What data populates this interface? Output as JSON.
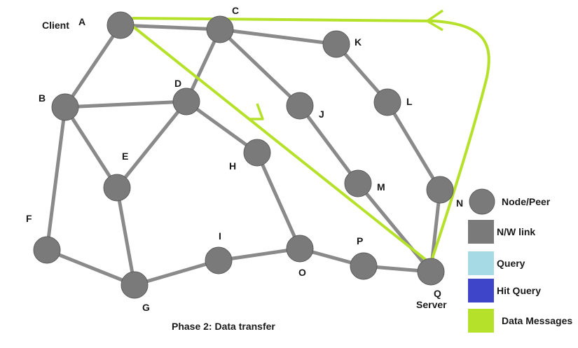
{
  "caption": "Phase 2: Data transfer",
  "colors": {
    "node": "#7a7a7a",
    "link": "#8a8a8a",
    "query": "#a6dbe6",
    "hit_query": "#3f45c9",
    "data_messages": "#b5e12a"
  },
  "nodes": [
    {
      "id": "A",
      "label": "A"
    },
    {
      "id": "B",
      "label": "B"
    },
    {
      "id": "C",
      "label": "C"
    },
    {
      "id": "D",
      "label": "D"
    },
    {
      "id": "E",
      "label": "E"
    },
    {
      "id": "F",
      "label": "F"
    },
    {
      "id": "G",
      "label": "G"
    },
    {
      "id": "H",
      "label": "H"
    },
    {
      "id": "I",
      "label": "I"
    },
    {
      "id": "J",
      "label": "J"
    },
    {
      "id": "K",
      "label": "K"
    },
    {
      "id": "L",
      "label": "L"
    },
    {
      "id": "M",
      "label": "M"
    },
    {
      "id": "N",
      "label": "N"
    },
    {
      "id": "O",
      "label": "O"
    },
    {
      "id": "P",
      "label": "P"
    },
    {
      "id": "Q",
      "label": "Q"
    }
  ],
  "roles": {
    "client": "Client",
    "server": "Server"
  },
  "links": [
    [
      "A",
      "B"
    ],
    [
      "A",
      "C"
    ],
    [
      "C",
      "K"
    ],
    [
      "C",
      "D"
    ],
    [
      "C",
      "J"
    ],
    [
      "B",
      "D"
    ],
    [
      "B",
      "E"
    ],
    [
      "B",
      "F"
    ],
    [
      "D",
      "E"
    ],
    [
      "D",
      "H"
    ],
    [
      "E",
      "G"
    ],
    [
      "F",
      "G"
    ],
    [
      "G",
      "I"
    ],
    [
      "I",
      "O"
    ],
    [
      "H",
      "O"
    ],
    [
      "O",
      "P"
    ],
    [
      "P",
      "Q"
    ],
    [
      "K",
      "L"
    ],
    [
      "L",
      "N"
    ],
    [
      "N",
      "Q"
    ],
    [
      "J",
      "M"
    ],
    [
      "M",
      "Q"
    ]
  ],
  "legend": [
    {
      "key": "node",
      "label": "Node/Peer",
      "swatch": "circle",
      "color": "#7a7a7a"
    },
    {
      "key": "link",
      "label": "N/W link",
      "swatch": "square",
      "color": "#7a7a7a"
    },
    {
      "key": "query",
      "label": "Query",
      "swatch": "square",
      "color": "#a6dbe6"
    },
    {
      "key": "hit_query",
      "label": "Hit Query",
      "swatch": "square",
      "color": "#3f45c9"
    },
    {
      "key": "data",
      "label": "Data Messages",
      "swatch": "square",
      "color": "#b5e12a"
    }
  ]
}
